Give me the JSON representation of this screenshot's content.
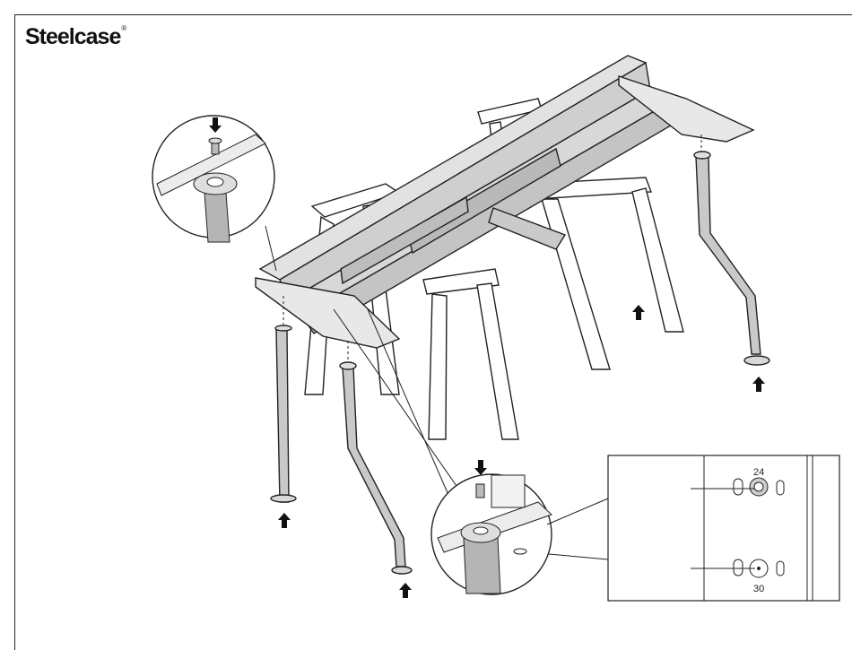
{
  "header": {
    "brand": "Steelcase",
    "brand_mark": "®"
  },
  "detail": {
    "upper_hole_label": "24",
    "lower_hole_label": "30"
  },
  "icons": [
    "arrow-down-icon",
    "arrow-up-icon",
    "screw-icon"
  ]
}
